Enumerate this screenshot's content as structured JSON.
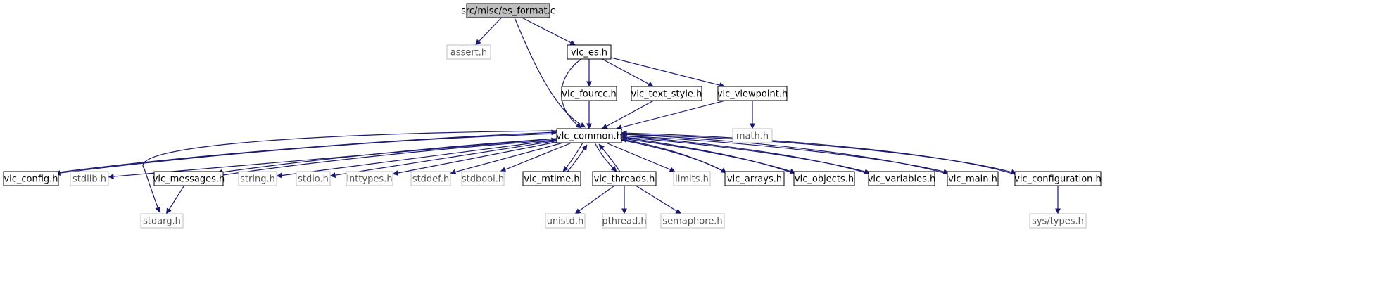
{
  "colors": {
    "edge": "#191970",
    "root_fill": "#bfbfbf",
    "node_border": "#000000",
    "system_border": "#bfbfbf",
    "background": "#ffffff"
  },
  "nodes": [
    {
      "id": "root",
      "label": "src/misc/es_format.c",
      "kind": "root"
    },
    {
      "id": "assert",
      "label": "assert.h",
      "kind": "system"
    },
    {
      "id": "vlc_es",
      "label": "vlc_es.h",
      "kind": "header"
    },
    {
      "id": "vlc_fourcc",
      "label": "vlc_fourcc.h",
      "kind": "header"
    },
    {
      "id": "vlc_text_style",
      "label": "vlc_text_style.h",
      "kind": "header"
    },
    {
      "id": "vlc_viewpoint",
      "label": "vlc_viewpoint.h",
      "kind": "header"
    },
    {
      "id": "math",
      "label": "math.h",
      "kind": "system"
    },
    {
      "id": "vlc_common",
      "label": "vlc_common.h",
      "kind": "header"
    },
    {
      "id": "vlc_config",
      "label": "vlc_config.h",
      "kind": "header"
    },
    {
      "id": "stdlib",
      "label": "stdlib.h",
      "kind": "system"
    },
    {
      "id": "vlc_messages",
      "label": "vlc_messages.h",
      "kind": "header"
    },
    {
      "id": "string",
      "label": "string.h",
      "kind": "system"
    },
    {
      "id": "stdio",
      "label": "stdio.h",
      "kind": "system"
    },
    {
      "id": "inttypes",
      "label": "inttypes.h",
      "kind": "system"
    },
    {
      "id": "stddef",
      "label": "stddef.h",
      "kind": "system"
    },
    {
      "id": "stdbool",
      "label": "stdbool.h",
      "kind": "system"
    },
    {
      "id": "vlc_mtime",
      "label": "vlc_mtime.h",
      "kind": "header"
    },
    {
      "id": "vlc_threads",
      "label": "vlc_threads.h",
      "kind": "header"
    },
    {
      "id": "limits",
      "label": "limits.h",
      "kind": "system"
    },
    {
      "id": "vlc_arrays",
      "label": "vlc_arrays.h",
      "kind": "header"
    },
    {
      "id": "vlc_objects",
      "label": "vlc_objects.h",
      "kind": "header"
    },
    {
      "id": "vlc_variables",
      "label": "vlc_variables.h",
      "kind": "header"
    },
    {
      "id": "vlc_main",
      "label": "vlc_main.h",
      "kind": "header"
    },
    {
      "id": "vlc_configuration",
      "label": "vlc_configuration.h",
      "kind": "header"
    },
    {
      "id": "stdarg",
      "label": "stdarg.h",
      "kind": "system"
    },
    {
      "id": "unistd",
      "label": "unistd.h",
      "kind": "system"
    },
    {
      "id": "pthread",
      "label": "pthread.h",
      "kind": "system"
    },
    {
      "id": "semaphore",
      "label": "semaphore.h",
      "kind": "system"
    },
    {
      "id": "sys_types",
      "label": "sys/types.h",
      "kind": "system"
    }
  ],
  "edges": [
    [
      "root",
      "assert"
    ],
    [
      "root",
      "vlc_es"
    ],
    [
      "root",
      "vlc_common"
    ],
    [
      "vlc_es",
      "vlc_common"
    ],
    [
      "vlc_es",
      "vlc_fourcc"
    ],
    [
      "vlc_es",
      "vlc_text_style"
    ],
    [
      "vlc_es",
      "vlc_viewpoint"
    ],
    [
      "vlc_fourcc",
      "vlc_common"
    ],
    [
      "vlc_text_style",
      "vlc_common"
    ],
    [
      "vlc_viewpoint",
      "vlc_common"
    ],
    [
      "vlc_viewpoint",
      "math"
    ],
    [
      "vlc_common",
      "vlc_config"
    ],
    [
      "vlc_common",
      "stdlib"
    ],
    [
      "vlc_common",
      "vlc_messages"
    ],
    [
      "vlc_common",
      "string"
    ],
    [
      "vlc_common",
      "stdio"
    ],
    [
      "vlc_common",
      "inttypes"
    ],
    [
      "vlc_common",
      "stddef"
    ],
    [
      "vlc_common",
      "stdbool"
    ],
    [
      "vlc_common",
      "vlc_mtime"
    ],
    [
      "vlc_common",
      "vlc_threads"
    ],
    [
      "vlc_common",
      "limits"
    ],
    [
      "vlc_common",
      "vlc_arrays"
    ],
    [
      "vlc_common",
      "vlc_objects"
    ],
    [
      "vlc_common",
      "vlc_variables"
    ],
    [
      "vlc_common",
      "vlc_main"
    ],
    [
      "vlc_common",
      "vlc_configuration"
    ],
    [
      "vlc_common",
      "stdarg"
    ],
    [
      "vlc_config",
      "vlc_common"
    ],
    [
      "vlc_messages",
      "vlc_common"
    ],
    [
      "vlc_messages",
      "stdarg"
    ],
    [
      "vlc_mtime",
      "vlc_common"
    ],
    [
      "vlc_threads",
      "vlc_common"
    ],
    [
      "vlc_threads",
      "unistd"
    ],
    [
      "vlc_threads",
      "pthread"
    ],
    [
      "vlc_threads",
      "semaphore"
    ],
    [
      "vlc_arrays",
      "vlc_common"
    ],
    [
      "vlc_objects",
      "vlc_common"
    ],
    [
      "vlc_variables",
      "vlc_common"
    ],
    [
      "vlc_main",
      "vlc_common"
    ],
    [
      "vlc_configuration",
      "vlc_common"
    ],
    [
      "vlc_configuration",
      "sys_types"
    ]
  ]
}
